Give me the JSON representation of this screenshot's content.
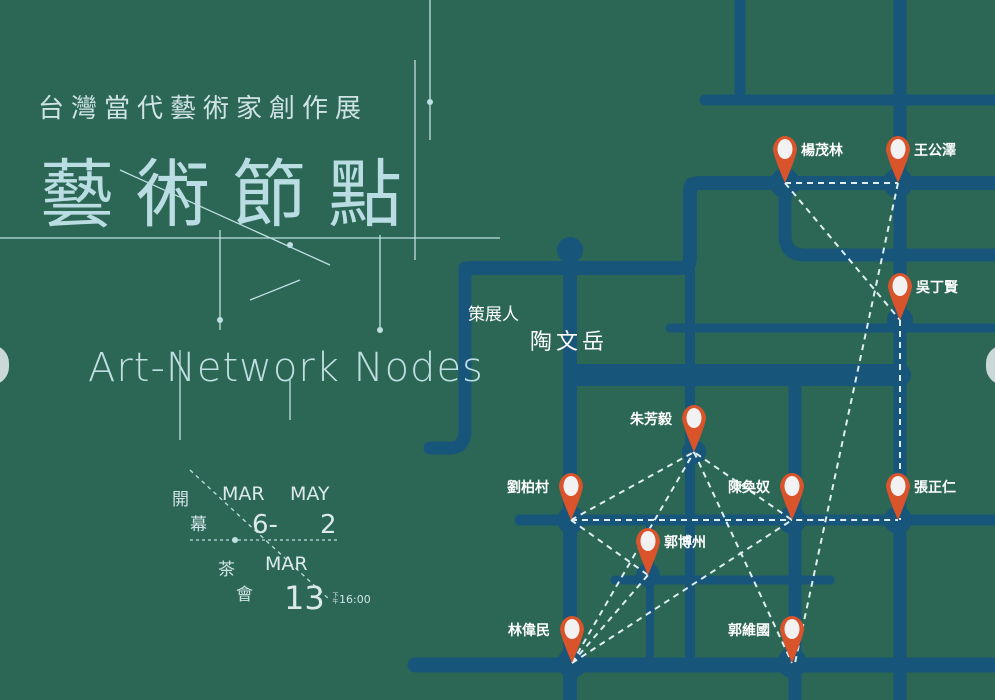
{
  "poster": {
    "subtitle": "台灣當代藝術家創作展",
    "title": "藝術節點",
    "title_en": "Art-Network Nodes",
    "curator_label": "策展人",
    "curator_name": "陶文岳",
    "opening_label_1": "開",
    "opening_label_2": "幕",
    "opening_month_start": "MAR",
    "opening_day_start": "6-",
    "opening_month_end": "MAY",
    "opening_day_end": "2",
    "tea_label_1": "茶",
    "tea_label_2": "會",
    "tea_month": "MAR",
    "tea_day": "13",
    "tea_time_prefix": "下午",
    "tea_time": "16:00"
  },
  "artists": [
    "楊茂林",
    "王公澤",
    "吳丁賢",
    "朱芳毅",
    "陳奐奴",
    "張正仁",
    "劉柏村",
    "郭博州",
    "林偉民",
    "郭維國"
  ],
  "colors": {
    "background": "#2c6755",
    "lines": "#17557a",
    "pin": "#d9532b"
  }
}
